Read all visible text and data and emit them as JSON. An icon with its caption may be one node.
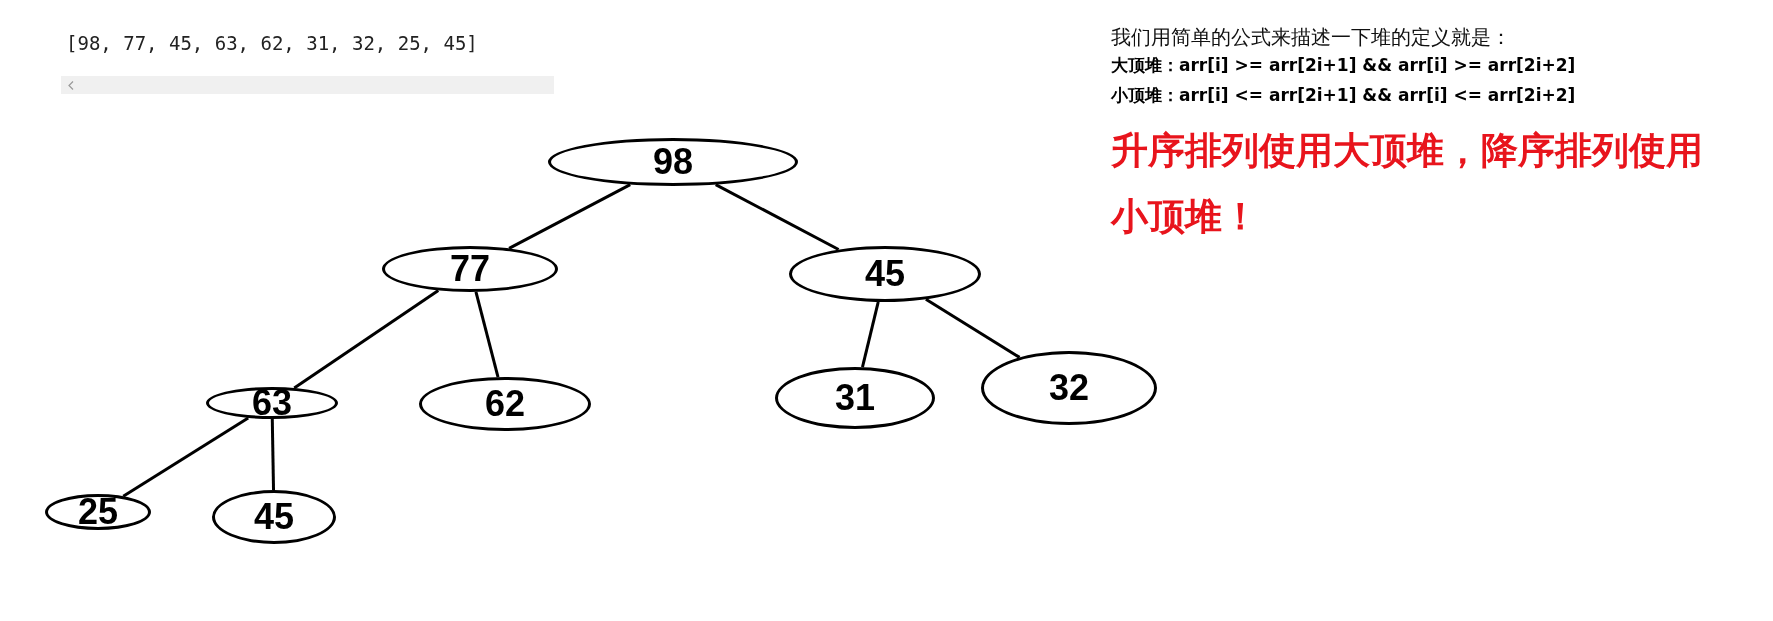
{
  "diagram": {
    "nodes": [
      {
        "text": [
          "98"
        ]
      },
      {
        "text": [
          "77"
        ]
      },
      {
        "text": [
          "45"
        ]
      },
      {
        "text": [
          "63"
        ]
      },
      {
        "text": [
          "62"
        ]
      },
      {
        "text": [
          "31"
        ]
      },
      {
        "text": [
          "32"
        ]
      },
      {
        "text": [
          "25"
        ]
      },
      {
        "text": [
          "45"
        ]
      }
    ],
    "edges": [
      {
        "from": 0,
        "to": 1,
        "arrow": "none"
      },
      {
        "from": 0,
        "to": 2,
        "arrow": "none"
      },
      {
        "from": 1,
        "to": 3,
        "arrow": "none"
      },
      {
        "from": 1,
        "to": 4,
        "arrow": "none"
      },
      {
        "from": 2,
        "to": 5,
        "arrow": "none"
      },
      {
        "from": 2,
        "to": 6,
        "arrow": "none"
      },
      {
        "from": 3,
        "to": 7,
        "arrow": "none"
      },
      {
        "from": 3,
        "to": 8,
        "arrow": "none"
      }
    ],
    "labels": [
      "[98, 77, 45, 63, 62, 31, 32, 25, 45]",
      "我们用简单的公式来描述一下堆的定义就是：",
      "**大顶堆：**arr[i] >= arr[2i+1] && arr[i] >= arr[2i+2]",
      "**小顶堆：**arr[i] <= arr[2i+1] && arr[i] <= arr[2i+2]",
      "升序排列使用大顶堆，降序排列使用小顶堆！"
    ]
  }
}
